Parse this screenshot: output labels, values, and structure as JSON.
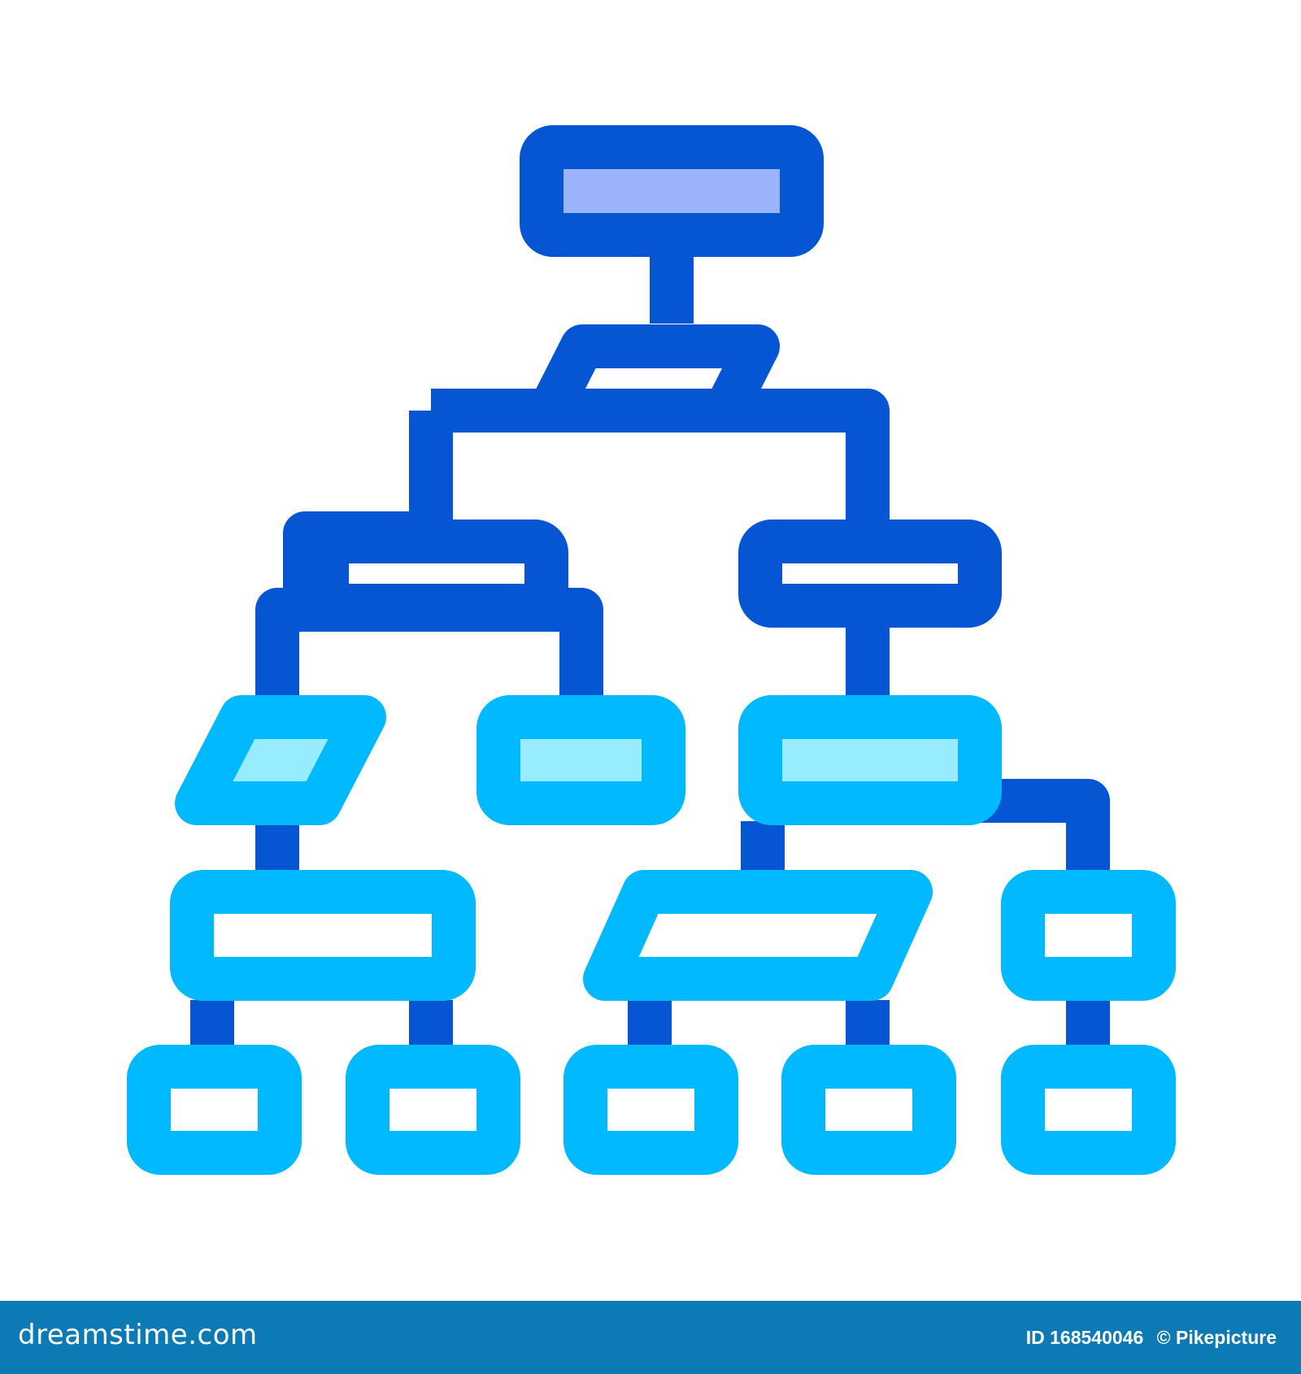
{
  "image": {
    "subject": "flowchart-hierarchy-icon",
    "colors": {
      "dark_blue": "#0656d4",
      "light_blue": "#00b9ff",
      "top_fill": "#9bb3fb",
      "node_fill": "#97ecff",
      "background": "#ffffff",
      "footer_bg": "#0c7bb5"
    }
  },
  "footer": {
    "logo": "dreamstime.com",
    "id_text": "ID 168540046",
    "credit": "© Pikepicture"
  }
}
